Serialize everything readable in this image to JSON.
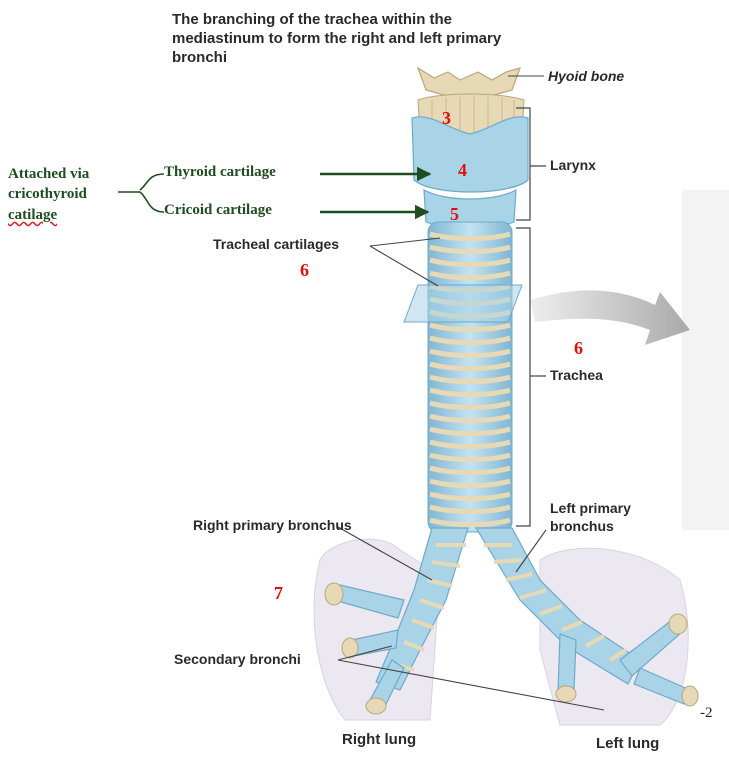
{
  "title": "The branching of the trachea within the mediastinum to form the right and left primary bronchi",
  "labels": {
    "hyoid_bone": "Hyoid bone",
    "larynx": "Larynx",
    "thyroid_cartilage": "Thyroid cartilage",
    "cricoid_cartilage": "Cricoid cartilage",
    "tracheal_cartilages": "Tracheal cartilages",
    "trachea": "Trachea",
    "right_primary_bronchus": "Right primary bronchus",
    "left_primary_bronchus_line1": "Left primary",
    "left_primary_bronchus_line2": "bronchus",
    "secondary_bronchi": "Secondary bronchi",
    "right_lung": "Right lung",
    "left_lung": "Left lung"
  },
  "annotation": {
    "line1": "Attached via",
    "line2": "cricothyroid",
    "line3": "catilage"
  },
  "numbers": {
    "n3": "3",
    "n4": "4",
    "n5": "5",
    "n6a": "6",
    "n6b": "6",
    "n7": "7",
    "n_minus2": "-2"
  },
  "colors": {
    "cartilage": "#e8d9b6",
    "tissue": "#a9d4e8",
    "tissue_dark": "#6fa9c9",
    "lung": "#ece8f2",
    "arrow_green": "#1f4d1f",
    "number_red": "#e01010"
  }
}
